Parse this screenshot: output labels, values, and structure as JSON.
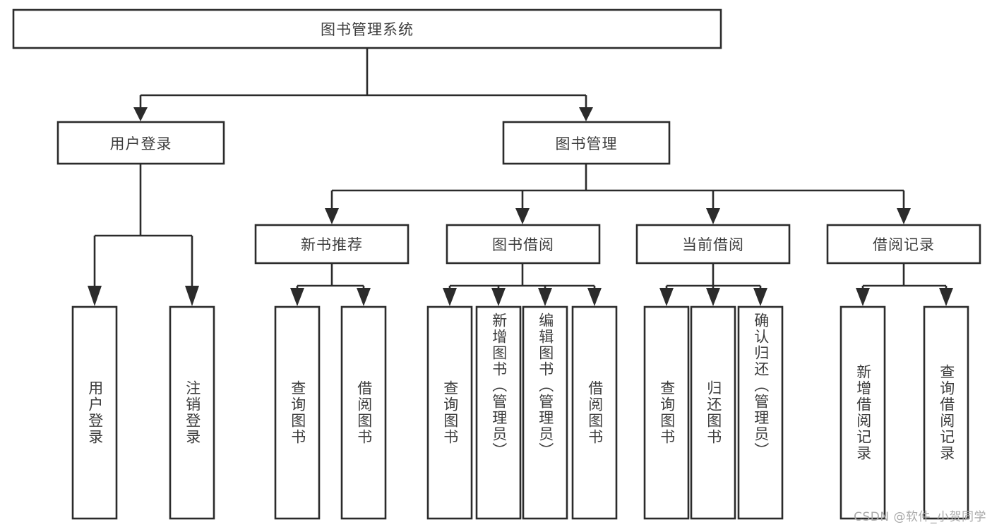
{
  "diagram": {
    "type": "tree",
    "title": "图书管理系统",
    "watermark": "CSDN @软件_小贺同学",
    "colors": {
      "stroke": "#2b2b2b",
      "fill": "#ffffff",
      "text": "#3d3d3d",
      "background": "#ffffff",
      "watermark": "#a9a9a9"
    },
    "nodes": {
      "root": {
        "label": "图书管理系统"
      },
      "level1": [
        {
          "id": "user-login",
          "label": "用户登录"
        },
        {
          "id": "book-manage",
          "label": "图书管理"
        }
      ],
      "level2": [
        {
          "id": "new-book-recommend",
          "label": "新书推荐",
          "parent": "book-manage"
        },
        {
          "id": "book-borrow",
          "label": "图书借阅",
          "parent": "book-manage"
        },
        {
          "id": "current-borrow",
          "label": "当前借阅",
          "parent": "book-manage"
        },
        {
          "id": "borrow-record",
          "label": "借阅记录",
          "parent": "book-manage"
        }
      ],
      "leaves": [
        {
          "id": "leaf-user-login",
          "label": "用户登录",
          "parent": "user-login"
        },
        {
          "id": "leaf-logout",
          "label": "注销登录",
          "parent": "user-login"
        },
        {
          "id": "leaf-query-book-1",
          "label": "查询图书",
          "parent": "new-book-recommend"
        },
        {
          "id": "leaf-borrow-book-1",
          "label": "借阅图书",
          "parent": "new-book-recommend"
        },
        {
          "id": "leaf-query-book-2",
          "label": "查询图书",
          "parent": "book-borrow"
        },
        {
          "id": "leaf-add-book",
          "label": "新增图书（管理员）",
          "parent": "book-borrow"
        },
        {
          "id": "leaf-edit-book",
          "label": "编辑图书（管理员）",
          "parent": "book-borrow"
        },
        {
          "id": "leaf-borrow-book-2",
          "label": "借阅图书",
          "parent": "book-borrow"
        },
        {
          "id": "leaf-query-book-3",
          "label": "查询图书",
          "parent": "current-borrow"
        },
        {
          "id": "leaf-return-book",
          "label": "归还图书",
          "parent": "current-borrow"
        },
        {
          "id": "leaf-confirm-return",
          "label": "确认归还（管理员）",
          "parent": "current-borrow"
        },
        {
          "id": "leaf-add-record",
          "label": "新增借阅记录",
          "parent": "borrow-record"
        },
        {
          "id": "leaf-query-record",
          "label": "查询借阅记录",
          "parent": "borrow-record"
        }
      ]
    }
  }
}
